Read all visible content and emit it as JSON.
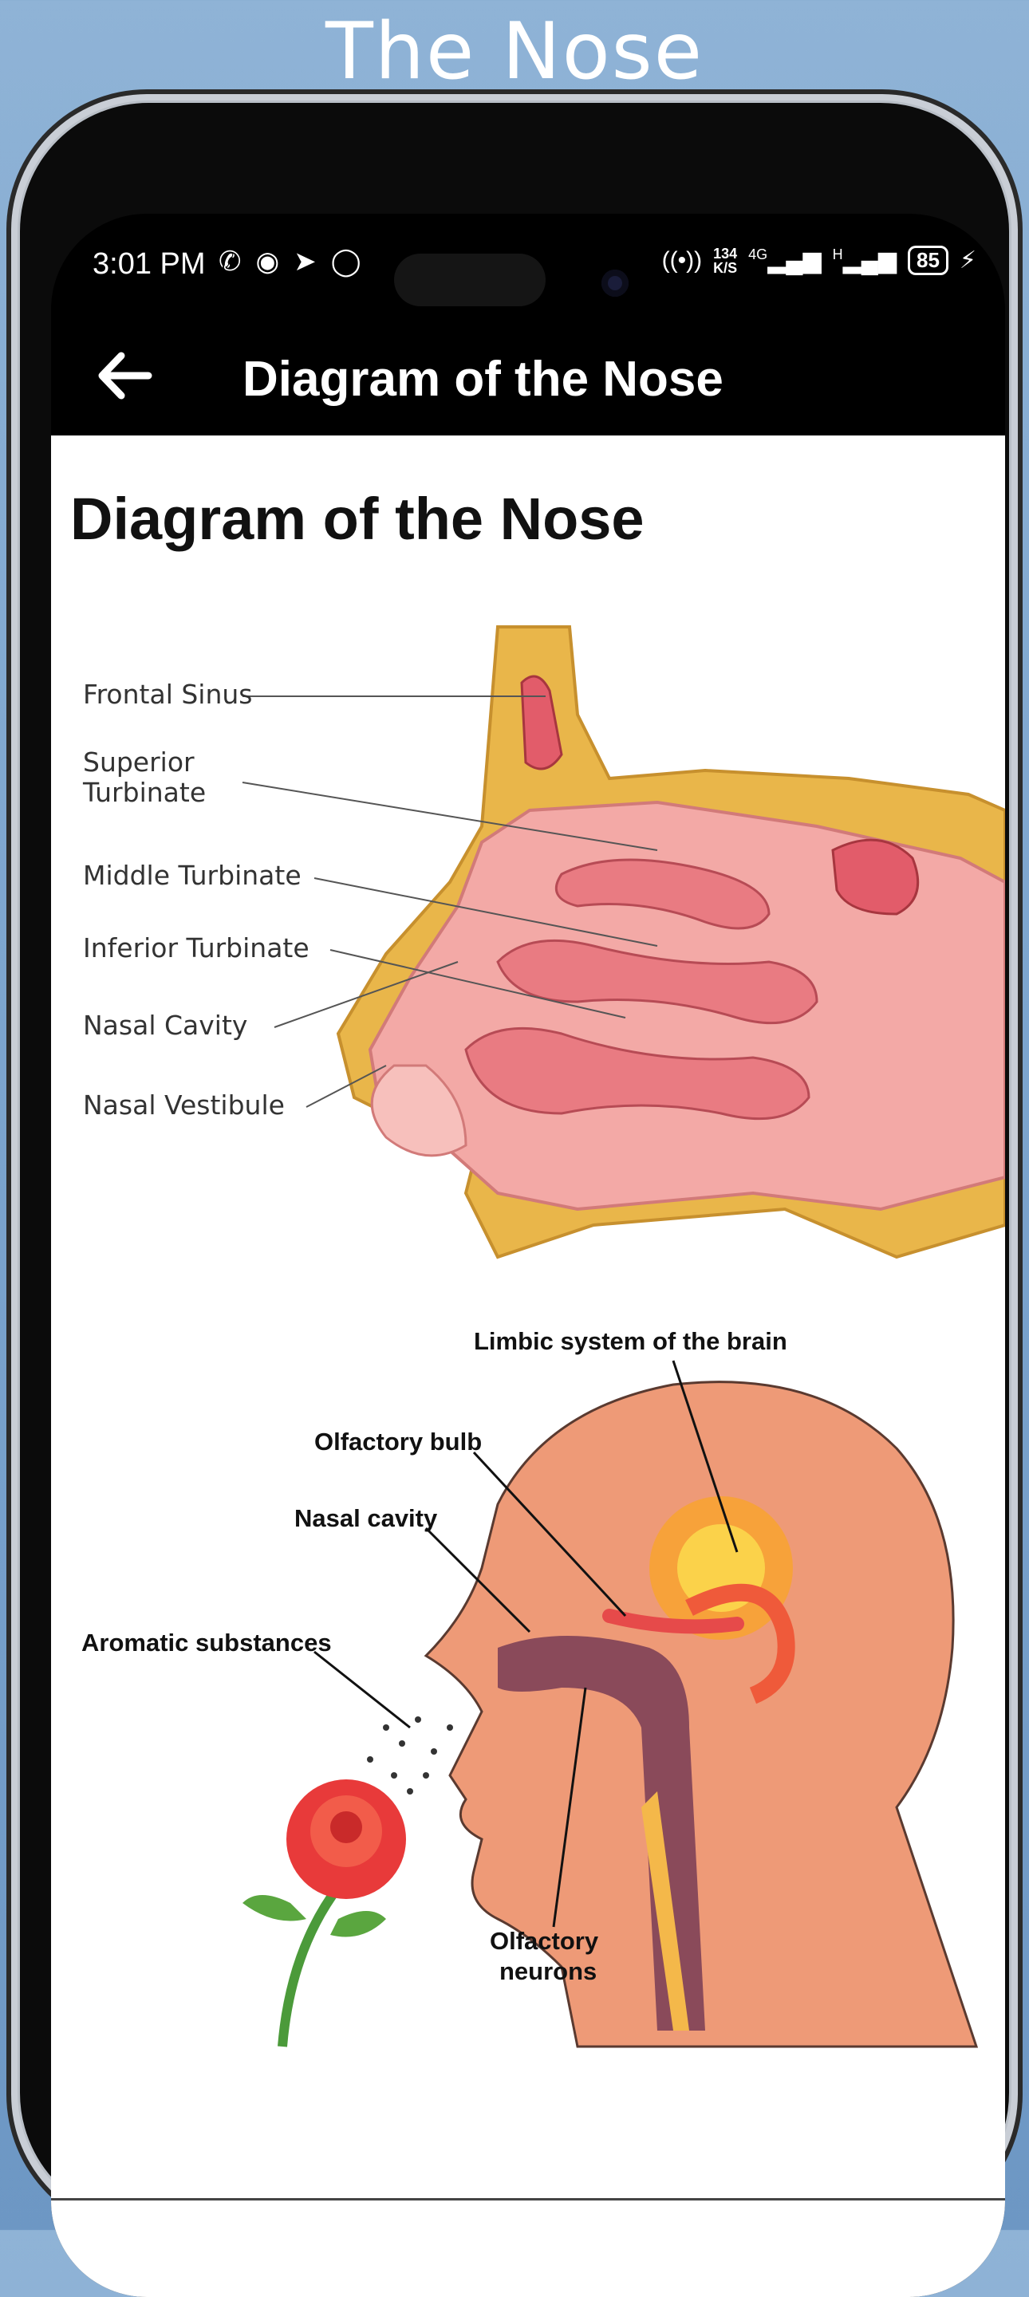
{
  "caption": "The Nose",
  "status_bar": {
    "time": "3:01 PM",
    "left_icons": [
      "whatsapp-icon",
      "chat-icon",
      "telegram-icon",
      "circle-icon"
    ],
    "net_speed_value": "134",
    "net_speed_unit": "K/S",
    "network_1": "4G",
    "network_2": "H",
    "battery": "85"
  },
  "app_bar": {
    "back_icon": "arrow-left-icon",
    "title": "Diagram of the Nose"
  },
  "main": {
    "heading": "Diagram of the Nose",
    "diagram1_labels": {
      "frontal_sinus": "Frontal Sinus",
      "superior_turbinate_1": "Superior",
      "superior_turbinate_2": "Turbinate",
      "middle_turbinate": "Middle Turbinate",
      "inferior_turbinate": "Inferior Turbinate",
      "nasal_cavity": "Nasal Cavity",
      "nasal_vestibule": "Nasal Vestibule"
    },
    "diagram2_labels": {
      "limbic": "Limbic system of the brain",
      "olfactory_bulb": "Olfactory bulb",
      "nasal_cavity": "Nasal cavity",
      "aromatic": "Aromatic substances",
      "olfactory_neurons_1": "Olfactory",
      "olfactory_neurons_2": "neurons"
    }
  }
}
